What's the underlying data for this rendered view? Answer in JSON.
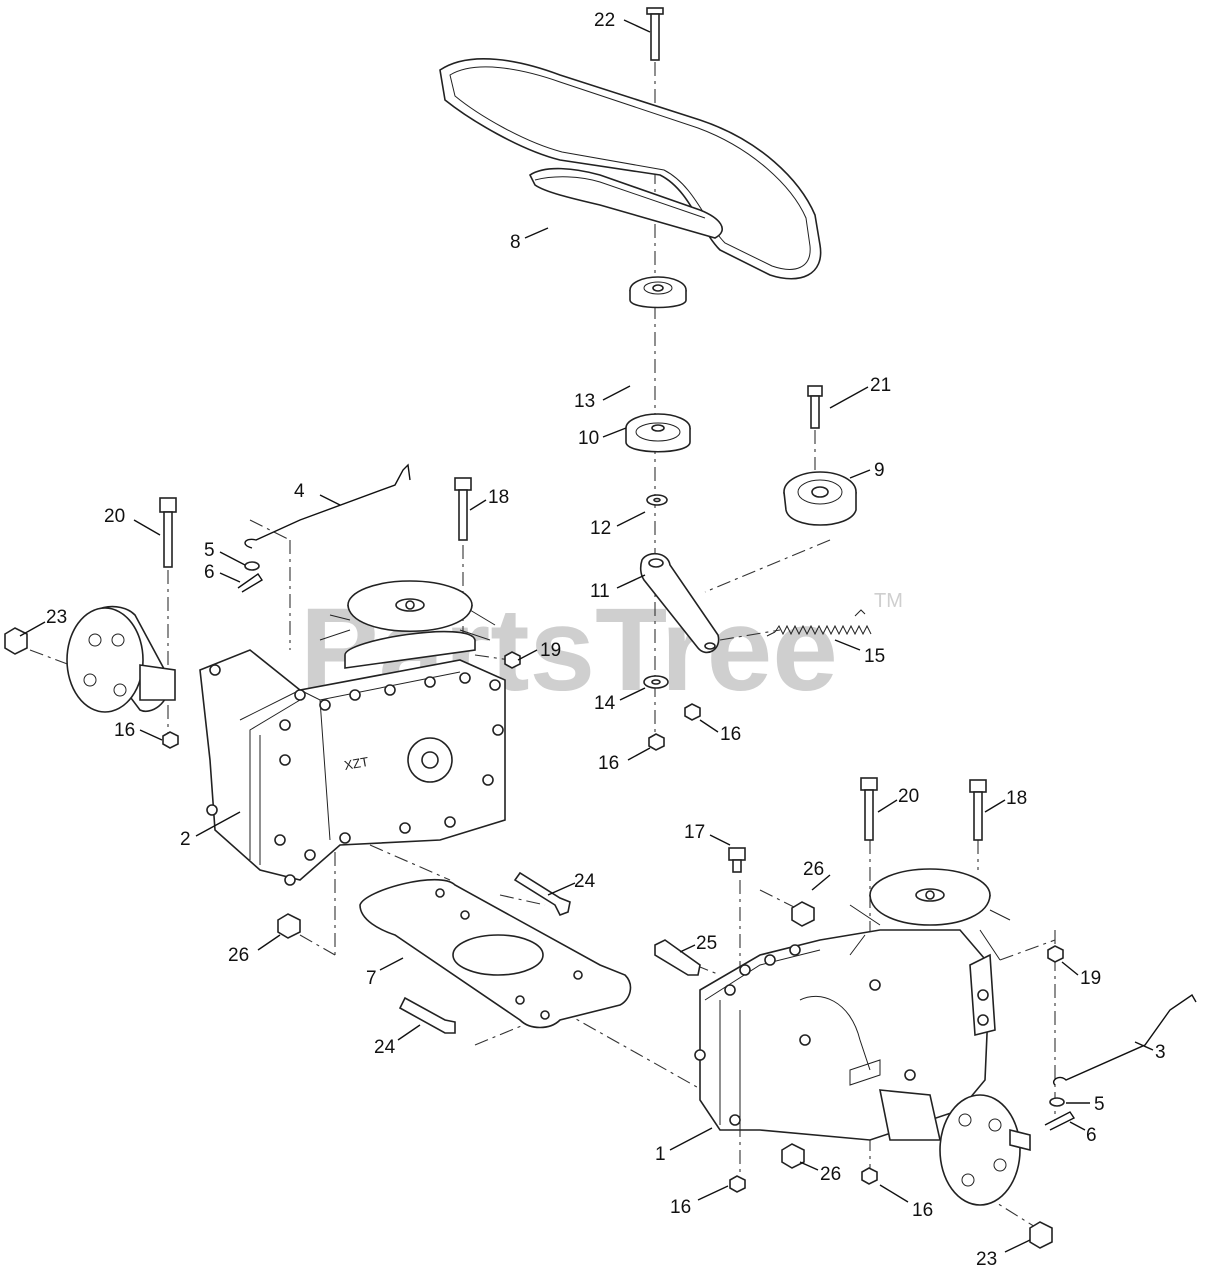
{
  "watermark": {
    "brand": "PartsTree",
    "trademark": "TM"
  },
  "callouts": {
    "c22": "22",
    "c8": "8",
    "c13": "13",
    "c10": "10",
    "c21": "21",
    "c9": "9",
    "c12": "12",
    "c11": "11",
    "c15": "15",
    "c14": "14",
    "c16_center_right": "16",
    "c16_center_left": "16",
    "c4": "4",
    "c18_left": "18",
    "c20_left": "20",
    "c5_left": "5",
    "c6_left": "6",
    "c23_left": "23",
    "c19_left": "19",
    "c16_left": "16",
    "c2": "2",
    "c17": "17",
    "c20_right": "20",
    "c18_right": "18",
    "c26_upper": "26",
    "c24_upper": "24",
    "c26_left": "26",
    "c7": "7",
    "c25": "25",
    "c19_right": "19",
    "c3": "3",
    "c24_lower": "24",
    "c5_right": "5",
    "c6_right": "6",
    "c1": "1",
    "c26_lower": "26",
    "c16_bottom_left": "16",
    "c16_bottom_right": "16",
    "c23_right": "23"
  }
}
